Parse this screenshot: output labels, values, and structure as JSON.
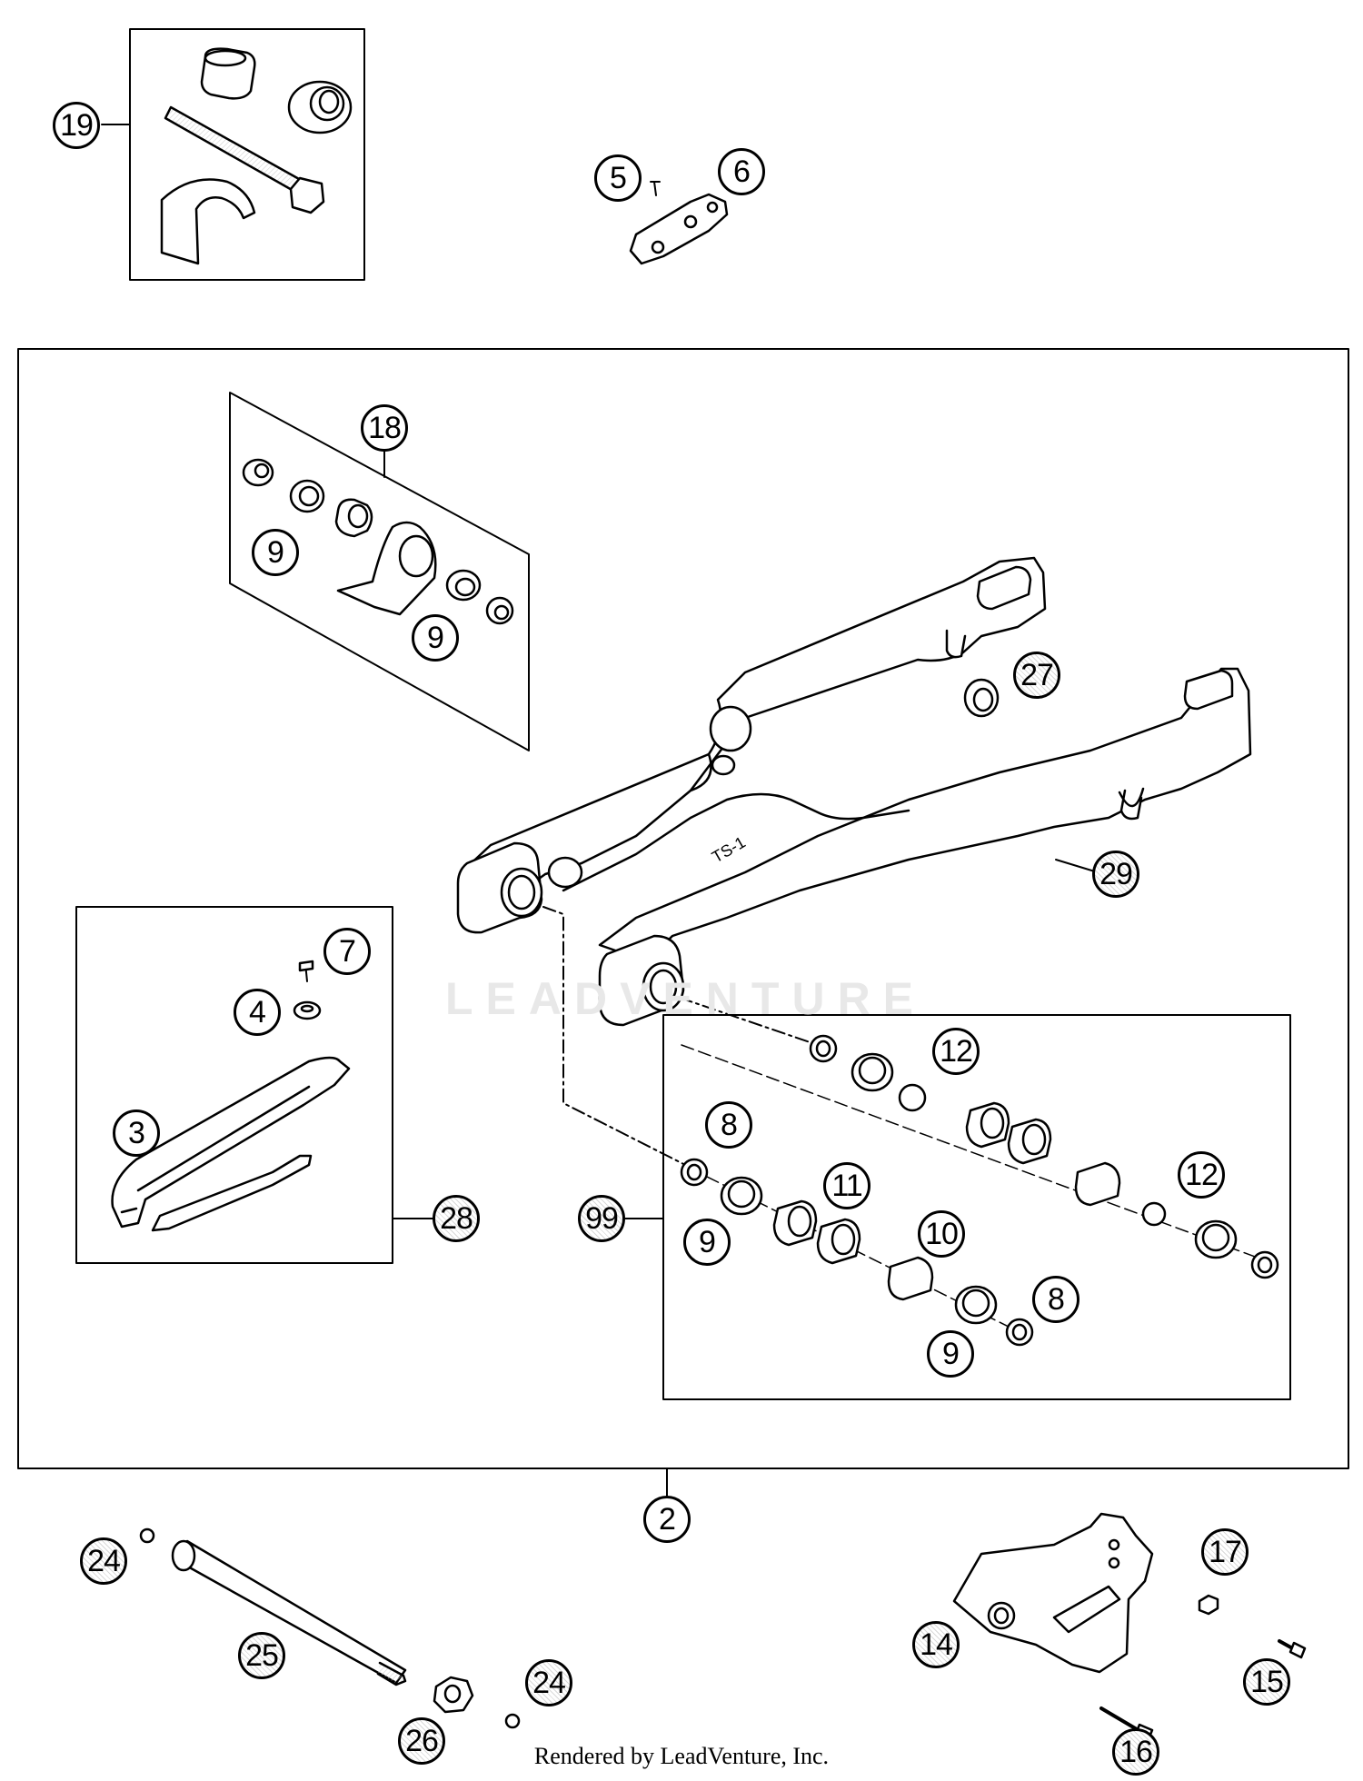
{
  "watermark": "LEADVENTURE",
  "footer": "Rendered by LeadVenture, Inc.",
  "callouts": {
    "c19": "19",
    "c5": "5",
    "c6": "6",
    "c18": "18",
    "c9a": "9",
    "c9b": "9",
    "c27": "27",
    "c29": "29",
    "c7": "7",
    "c4": "4",
    "c3": "3",
    "c28": "28",
    "c12a": "12",
    "c8a": "8",
    "c11": "11",
    "c99": "99",
    "c9c": "9",
    "c10": "10",
    "c12b": "12",
    "c8b": "8",
    "c9d": "9",
    "c2": "2",
    "c24a": "24",
    "c25": "25",
    "c26": "26",
    "c24b": "24",
    "c14": "14",
    "c17": "17",
    "c15": "15",
    "c16": "16"
  }
}
